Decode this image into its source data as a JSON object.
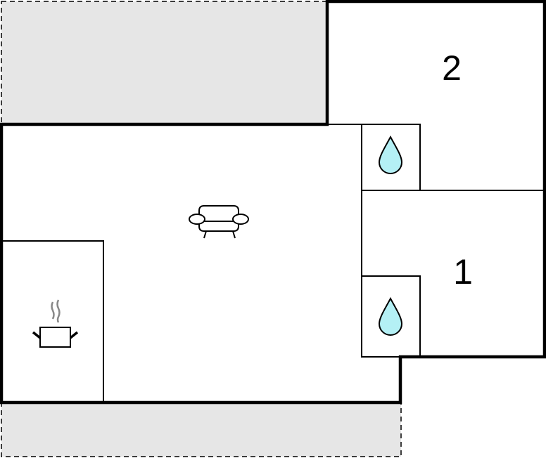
{
  "rooms": [
    {
      "name": "bedroom-2",
      "label": "2"
    },
    {
      "name": "bedroom-1",
      "label": "1"
    }
  ],
  "icons": {
    "living": "sofa-icon",
    "kitchen": "cooking-pot-icon",
    "bathroom": "water-drop-icon"
  },
  "colors": {
    "outdoor_area": "#e6e6e6",
    "water_drop": "#b4f0f5",
    "walls": "#000000"
  }
}
